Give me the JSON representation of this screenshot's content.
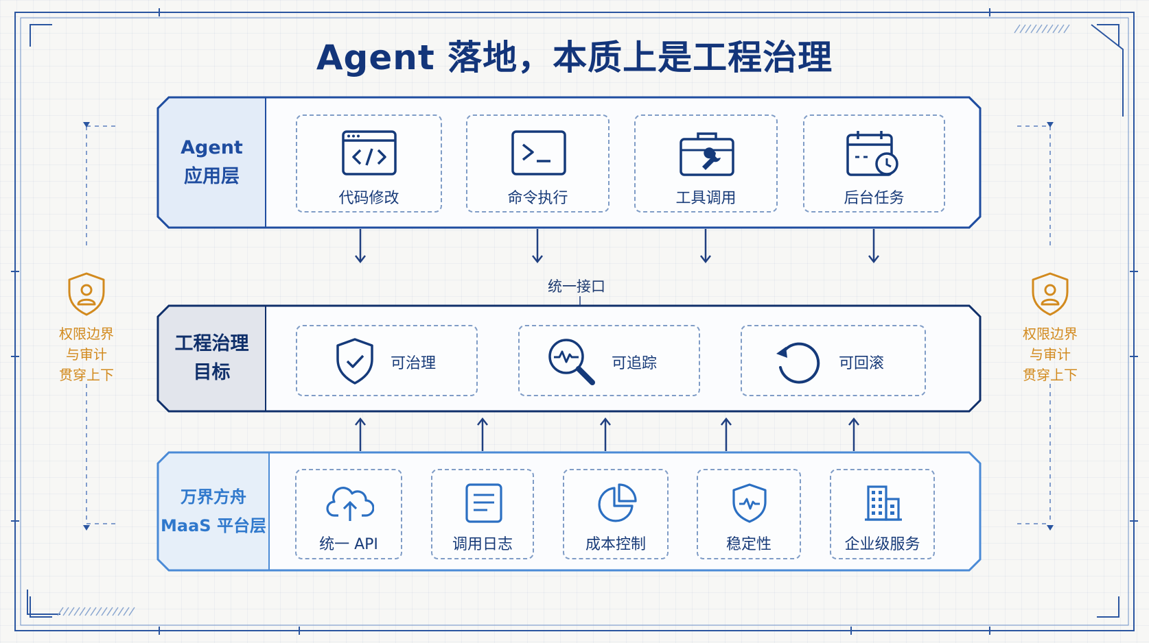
{
  "title": "Agent 落地，本质上是工程治理",
  "colors": {
    "primary": "#13357a",
    "accent_blue": "#4a8ad6",
    "band_top_fill": "#e3ecf8",
    "band_mid_fill": "#e2e5ec",
    "band_bottom_fill": "#e6eff9",
    "side_accent": "#d28a1e"
  },
  "layers": {
    "agent": {
      "label_line1": "Agent",
      "label_line2": "应用层",
      "items": [
        {
          "icon": "code-window-icon",
          "label": "代码修改"
        },
        {
          "icon": "terminal-icon",
          "label": "命令执行"
        },
        {
          "icon": "toolbox-wrench-icon",
          "label": "工具调用"
        },
        {
          "icon": "calendar-clock-icon",
          "label": "后台任务"
        }
      ]
    },
    "governance": {
      "label_line1": "工程治理",
      "label_line2": "目标",
      "items": [
        {
          "icon": "shield-check-icon",
          "label": "可治理"
        },
        {
          "icon": "magnifier-pulse-icon",
          "label": "可追踪"
        },
        {
          "icon": "rollback-icon",
          "label": "可回滚"
        }
      ]
    },
    "platform": {
      "label_line1": "万界方舟",
      "label_line2": "MaaS 平台层",
      "items": [
        {
          "icon": "cloud-upload-icon",
          "label": "统一 API"
        },
        {
          "icon": "document-log-icon",
          "label": "调用日志"
        },
        {
          "icon": "pie-chart-icon",
          "label": "成本控制"
        },
        {
          "icon": "shield-pulse-icon",
          "label": "稳定性"
        },
        {
          "icon": "buildings-icon",
          "label": "企业级服务"
        }
      ]
    }
  },
  "interface_label": "统一接口",
  "side_note": {
    "icon": "shield-user-icon",
    "line1": "权限边界",
    "line2": "与审计",
    "line3": "贯穿上下"
  }
}
